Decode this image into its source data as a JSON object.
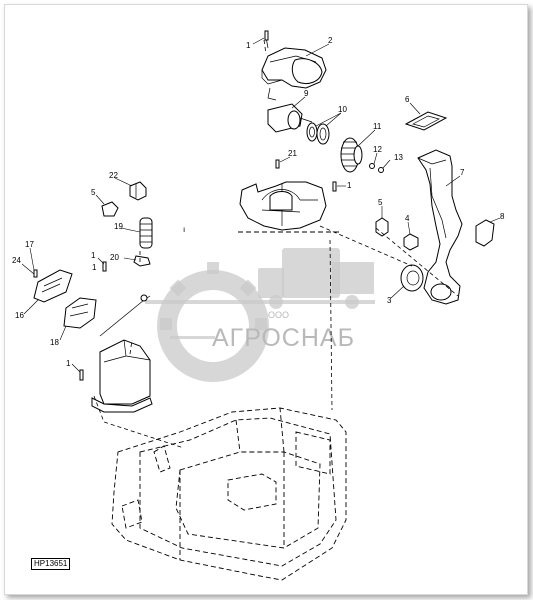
{
  "figure_id": "HP13651",
  "watermark": {
    "line1": "ООО",
    "line2": "АГРОСНАБ"
  },
  "callouts": [
    "1",
    "2",
    "9",
    "10",
    "11",
    "21",
    "12",
    "13",
    "1",
    "6",
    "7",
    "5",
    "22",
    "1",
    "19",
    "5",
    "4",
    "8",
    "17",
    "24",
    "1",
    "20",
    "3",
    "16",
    "18",
    "1"
  ]
}
